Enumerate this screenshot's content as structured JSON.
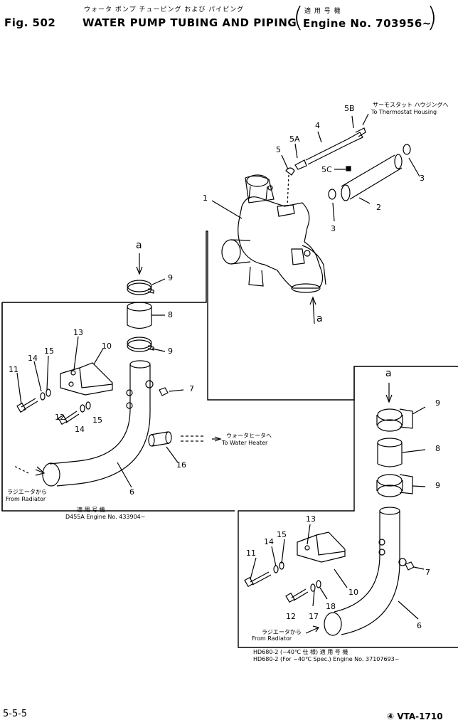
{
  "header": {
    "title_jp": "ウォータ ポンプ チューピング および パイピング",
    "fig_label": "Fig. 502",
    "title_en": "WATER PUMP TUBING AND PIPING",
    "applicable_jp": "適 用 号 機",
    "applicable_en": "Engine No. 703956~"
  },
  "callouts": {
    "thermostat_jp": "サーモスタット ハウジングへ",
    "thermostat_en": "To Thermostat Housing",
    "water_heater_jp": "ウォータヒータへ",
    "water_heater_en": "To Water Heater",
    "radiator_jp_1": "ラジエータから",
    "radiator_en_1": "From Radiator",
    "radiator_jp_2": "ラジエータから",
    "radiator_en_2": "From Radiator"
  },
  "left_box": {
    "applicable_jp": "適 用 号 機",
    "model_line": "D455A  Engine No. 433904~"
  },
  "right_box": {
    "line1": "HD680-2   (−40℃ 仕 様)        適 用 号 機",
    "line2": "HD680-2 (For −40℃ Spec.) Engine No. 37107693~"
  },
  "parts": {
    "p1": "1",
    "p2": "2",
    "p3a": "3",
    "p3b": "3",
    "p4": "4",
    "p5": "5",
    "p5a": "5A",
    "p5b": "5B",
    "p5c": "5C",
    "view_a_top": "a",
    "l_a": "a",
    "l_9a": "9",
    "l_8": "8",
    "l_9b": "9",
    "l_10": "10",
    "l_11": "11",
    "l_12": "12",
    "l_13": "13",
    "l_14a": "14",
    "l_14b": "14",
    "l_15a": "15",
    "l_15b": "15",
    "l_6": "6",
    "l_7": "7",
    "l_16": "16",
    "r_a": "a",
    "r_9a": "9",
    "r_8": "8",
    "r_9b": "9",
    "r_13": "13",
    "r_15": "15",
    "r_14": "14",
    "r_11": "11",
    "r_10": "10",
    "r_7": "7",
    "r_12": "12",
    "r_17": "17",
    "r_18": "18",
    "r_6": "6"
  },
  "footer": {
    "page": "5-5-5",
    "code": "④ VTA-1710"
  }
}
